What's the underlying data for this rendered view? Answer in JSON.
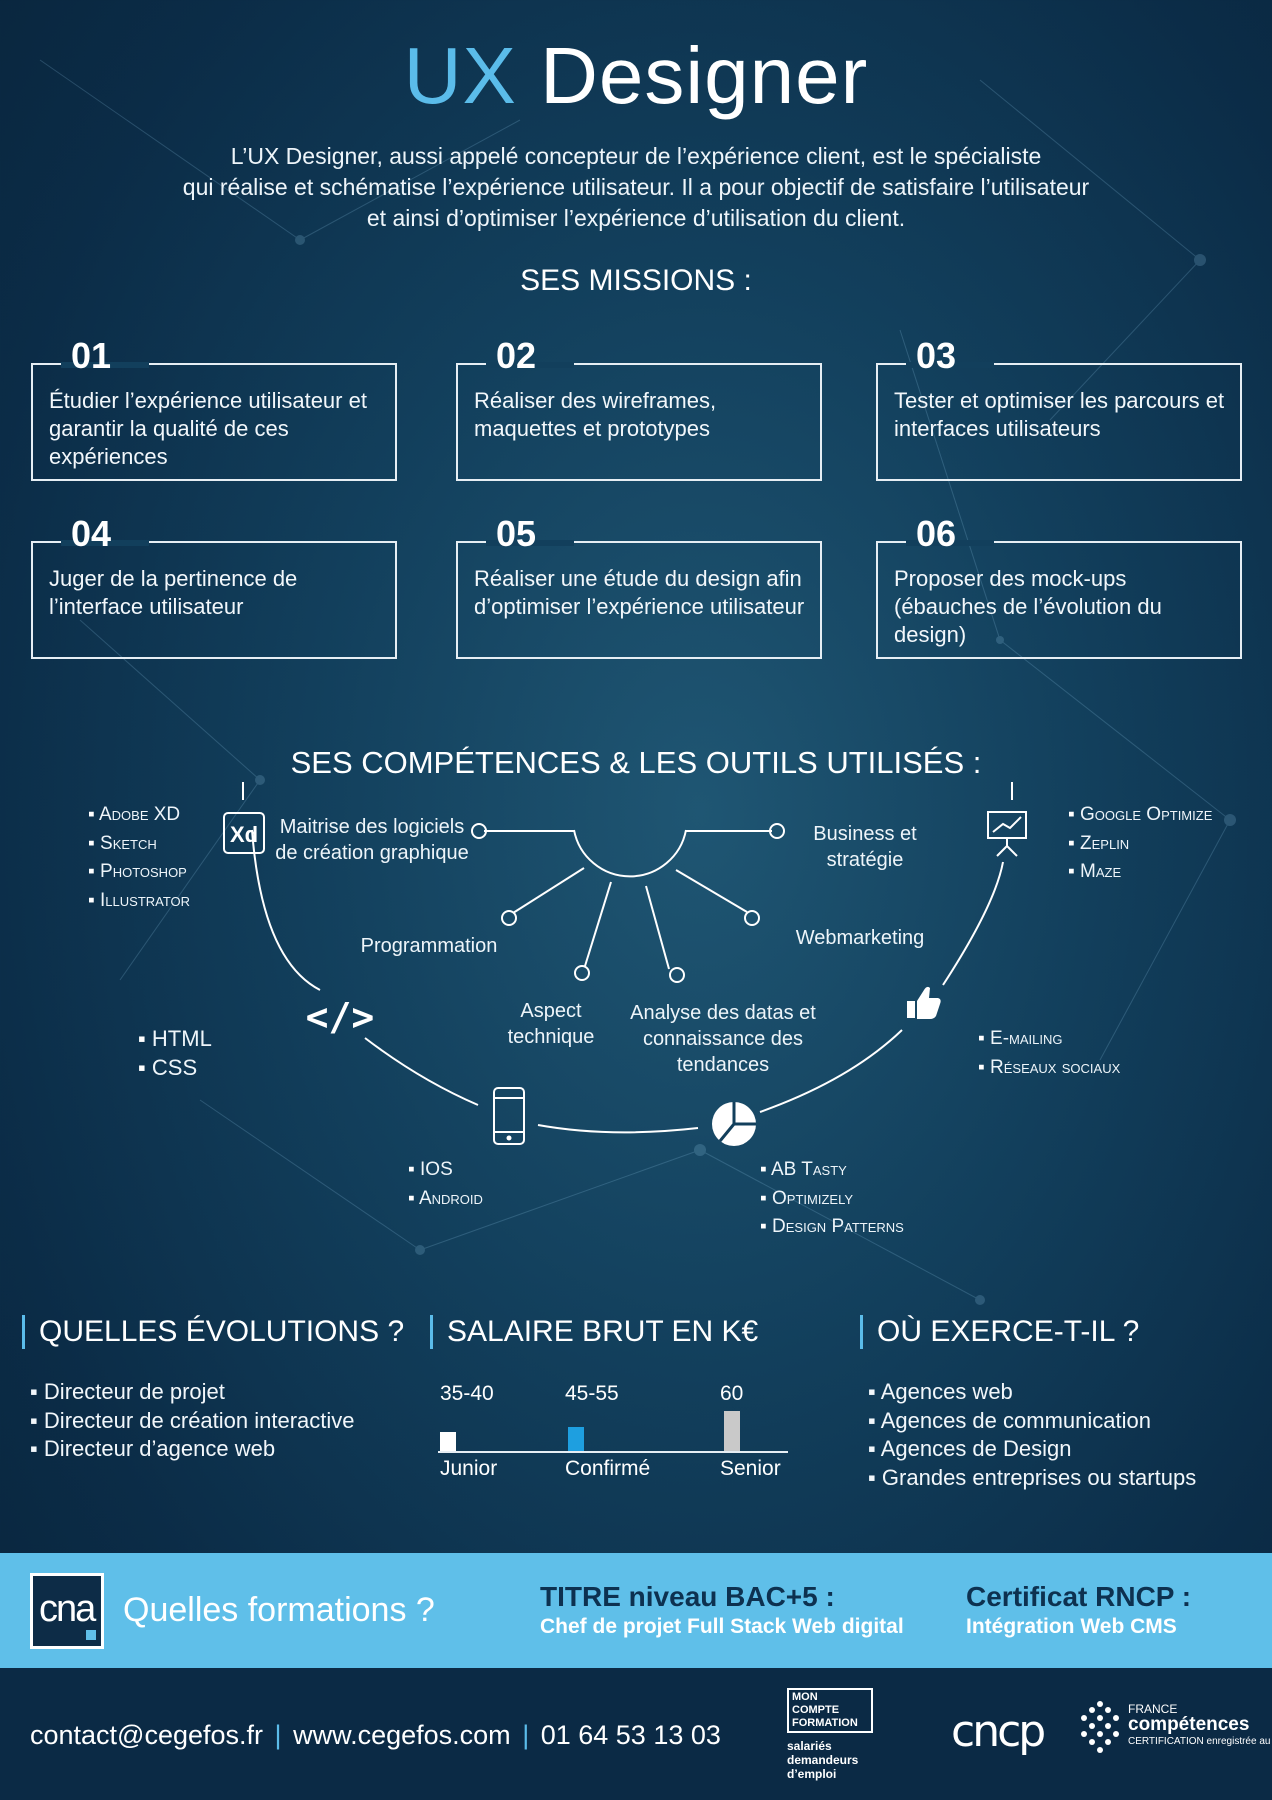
{
  "header": {
    "title_accent": "UX",
    "title_rest": "Designer",
    "intro_lines": [
      "L’UX Designer, aussi appelé concepteur de l’expérience client, est le spécialiste",
      "qui réalise et schématise l’expérience utilisateur. Il a pour objectif de satisfaire l’utilisateur",
      "et ainsi d’optimiser l’expérience d’utilisation du client."
    ]
  },
  "missions": {
    "title": "SES MISSIONS :",
    "items": [
      {
        "num": "01",
        "text": "Étudier l’expérience utilisateur et garantir la qualité de ces expériences"
      },
      {
        "num": "02",
        "text": "Réaliser des wireframes, maquettes et prototypes"
      },
      {
        "num": "03",
        "text": "Tester et optimiser les parcours et interfaces utilisateurs"
      },
      {
        "num": "04",
        "text": "Juger de la pertinence de l’interface utilisateur"
      },
      {
        "num": "05",
        "text": "Réaliser une étude du design afin d’optimiser l’expérience utilisateur"
      },
      {
        "num": "06",
        "text": "Proposer des mock-ups (ébauches de l’évolution du design)"
      }
    ]
  },
  "skills": {
    "title": "SES COMPÉTENCES & LES OUTILS UTILISÉS :",
    "labels": {
      "graphics": "Maitrise des logiciels de création graphique",
      "business": "Business et stratégie",
      "programming": "Programmation",
      "webmarketing": "Webmarketing",
      "technical": "Aspect technique",
      "data": "Analyse des datas et connaissance des tendances"
    },
    "icons": {
      "xd": "Xd",
      "code": "</>"
    },
    "tools": {
      "adobe": [
        "Adobe XD",
        "Sketch",
        "Photoshop",
        "Illustrator"
      ],
      "google": [
        "Google Optimize",
        "Zeplin",
        "Maze"
      ],
      "web": [
        "HTML",
        "CSS"
      ],
      "marketing": [
        "E-mailing",
        "Réseaux sociaux"
      ],
      "mobile": [
        "IOS",
        "Android"
      ],
      "testing": [
        "AB Tasty",
        "Optimizely",
        "Design Patterns"
      ]
    }
  },
  "evolutions": {
    "title": "QUELLES ÉVOLUTIONS ?",
    "items": [
      "Directeur de projet",
      "Directeur de création interactive",
      "Directeur d’agence web"
    ]
  },
  "salary": {
    "title": "SALAIRE BRUT EN K€",
    "levels": [
      {
        "range": "35-40",
        "label": "Junior",
        "color": "#ffffff",
        "relative_height": 0.47
      },
      {
        "range": "45-55",
        "label": "Confirmé",
        "color": "#1e9fe0",
        "relative_height": 0.59
      },
      {
        "range": "60",
        "label": "Senior",
        "color": "#c9c9c9",
        "relative_height": 1.0
      }
    ]
  },
  "workplaces": {
    "title": "OÙ EXERCE-T-IL ?",
    "items": [
      "Agences web",
      "Agences de communication",
      "Agences de Design",
      "Grandes entreprises ou startups"
    ]
  },
  "formations": {
    "logo_text": "cna",
    "question": "Quelles formations ?",
    "titre_heading": "TITRE niveau BAC+5 :",
    "titre_value": "Chef de projet Full Stack Web digital",
    "cert_heading": "Certificat RNCP :",
    "cert_value": "Intégration Web CMS"
  },
  "footer": {
    "email": "contact@cegefos.fr",
    "website": "www.cegefos.com",
    "phone": "01 64 53 13 03",
    "separator": "|",
    "mcf_lines": [
      "MON",
      "COMPTE",
      "FORMATION"
    ],
    "mcf_sub": [
      "salariés",
      "demandeurs d’emploi"
    ],
    "cncp": "cncp",
    "fc_line1": "FRANCE",
    "fc_line2": "compétences",
    "fc_line3": "CERTIFICATION enregistrée au RNCP"
  },
  "colors": {
    "accent": "#5bbcea",
    "background": "#123f5c",
    "band": "#5fbfe9",
    "dark_text": "#0d3150"
  }
}
